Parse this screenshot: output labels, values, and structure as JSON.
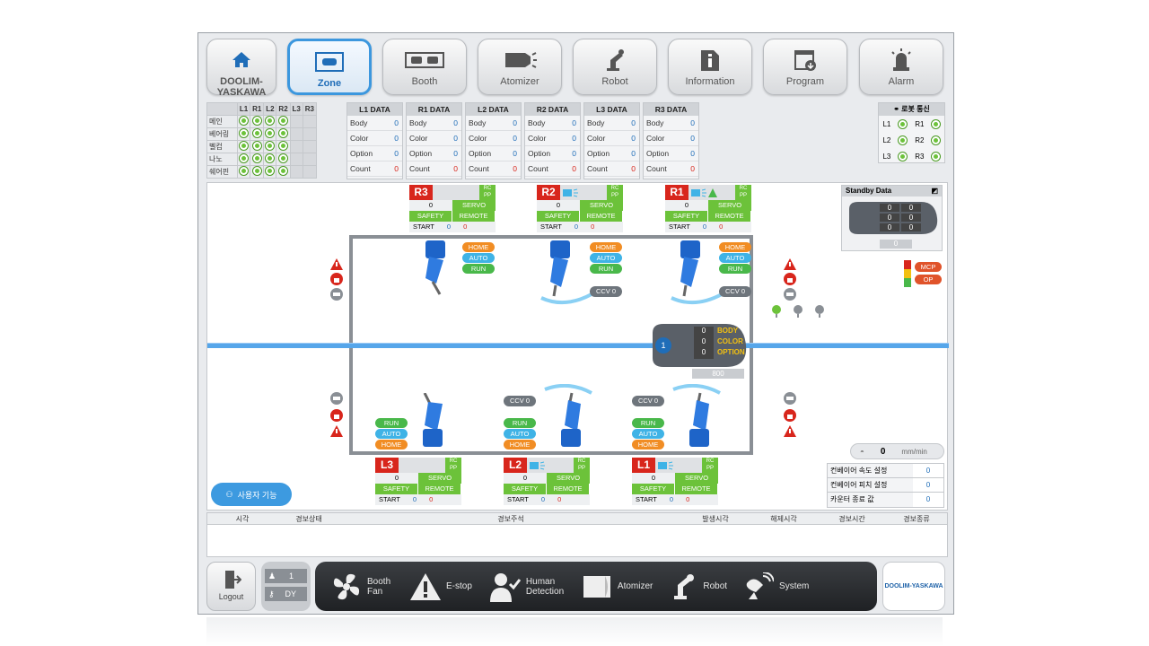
{
  "nav": {
    "logo": "DOOLIM-YASKAWA",
    "items": [
      "Zone",
      "Booth",
      "Atomizer",
      "Robot",
      "Information",
      "Program",
      "Alarm"
    ],
    "active": "Zone"
  },
  "status_table": {
    "cols": [
      "L1",
      "R1",
      "L2",
      "R2",
      "L3",
      "R3"
    ],
    "rows": [
      "메인",
      "베어링",
      "벨컵",
      "나노",
      "쉐어핀"
    ]
  },
  "data_panels": [
    {
      "title": "L1 DATA",
      "rows": [
        [
          "Body",
          "0"
        ],
        [
          "Color",
          "0"
        ],
        [
          "Option",
          "0"
        ],
        [
          "Count",
          "0"
        ]
      ]
    },
    {
      "title": "R1 DATA",
      "rows": [
        [
          "Body",
          "0"
        ],
        [
          "Color",
          "0"
        ],
        [
          "Option",
          "0"
        ],
        [
          "Count",
          "0"
        ]
      ]
    },
    {
      "title": "L2 DATA",
      "rows": [
        [
          "Body",
          "0"
        ],
        [
          "Color",
          "0"
        ],
        [
          "Option",
          "0"
        ],
        [
          "Count",
          "0"
        ]
      ]
    },
    {
      "title": "R2 DATA",
      "rows": [
        [
          "Body",
          "0"
        ],
        [
          "Color",
          "0"
        ],
        [
          "Option",
          "0"
        ],
        [
          "Count",
          "0"
        ]
      ]
    },
    {
      "title": "L3 DATA",
      "rows": [
        [
          "Body",
          "0"
        ],
        [
          "Color",
          "0"
        ],
        [
          "Option",
          "0"
        ],
        [
          "Count",
          "0"
        ]
      ]
    },
    {
      "title": "R3 DATA",
      "rows": [
        [
          "Body",
          "0"
        ],
        [
          "Color",
          "0"
        ],
        [
          "Option",
          "0"
        ],
        [
          "Count",
          "0"
        ]
      ]
    }
  ],
  "comm": {
    "title": "로봇 통신",
    "left": [
      "L1",
      "L2",
      "L3"
    ],
    "right": [
      "R1",
      "R2",
      "R3"
    ]
  },
  "robots_top": [
    {
      "name": "R3",
      "count": "0",
      "servo": "SERVO",
      "safety": "SAFETY",
      "remote": "REMOTE",
      "start": "START",
      "v1": "0",
      "v2": "0",
      "rc": "RC",
      "pp": "PP"
    },
    {
      "name": "R2",
      "count": "0",
      "servo": "SERVO",
      "safety": "SAFETY",
      "remote": "REMOTE",
      "start": "START",
      "v1": "0",
      "v2": "0",
      "rc": "RC",
      "pp": "PP"
    },
    {
      "name": "R1",
      "count": "0",
      "servo": "SERVO",
      "safety": "SAFETY",
      "remote": "REMOTE",
      "start": "START",
      "v1": "0",
      "v2": "0",
      "rc": "RC",
      "pp": "PP"
    }
  ],
  "robots_bottom": [
    {
      "name": "L3",
      "count": "0",
      "servo": "SERVO",
      "safety": "SAFETY",
      "remote": "REMOTE",
      "start": "START",
      "v1": "0",
      "v2": "0",
      "rc": "RC",
      "pp": "PP"
    },
    {
      "name": "L2",
      "count": "0",
      "servo": "SERVO",
      "safety": "SAFETY",
      "remote": "REMOTE",
      "start": "START",
      "v1": "0",
      "v2": "0",
      "rc": "RC",
      "pp": "PP"
    },
    {
      "name": "L1",
      "count": "0",
      "servo": "SERVO",
      "safety": "SAFETY",
      "remote": "REMOTE",
      "start": "START",
      "v1": "0",
      "v2": "0",
      "rc": "RC",
      "pp": "PP"
    }
  ],
  "pills": {
    "home": "HOME",
    "auto": "AUTO",
    "run": "RUN"
  },
  "ccv": "CCV  0",
  "standby": {
    "title": "Standby Data",
    "vals": [
      "0",
      "0",
      "0",
      "0",
      "0",
      "0"
    ],
    "total": "0"
  },
  "mcp": "MCP",
  "op": "OP",
  "car": {
    "num": "1",
    "body": "BODY",
    "color": "COLOR",
    "option": "OPTION",
    "vals": [
      "0",
      "0",
      "0"
    ],
    "count": "800"
  },
  "speed": {
    "value": "0",
    "unit": "mm/min"
  },
  "settings": [
    [
      "컨베이어 속도 설정",
      "0"
    ],
    [
      "컨베이어 피치 설정",
      "0"
    ],
    [
      "카운터 종료 값",
      "0"
    ]
  ],
  "user_btn": "사용자 기능",
  "alarm_cols": [
    "시각",
    "경보상태",
    "경보주석",
    "발생시각",
    "해제시각",
    "경보시간",
    "경보종류"
  ],
  "logout": "Logout",
  "user": {
    "id": "1",
    "name": "DY"
  },
  "dock": [
    "Booth Fan",
    "E-stop",
    "Human Detection",
    "Atomizer",
    "Robot",
    "System"
  ],
  "footer_logo": "DOOLIM-YASKAWA"
}
